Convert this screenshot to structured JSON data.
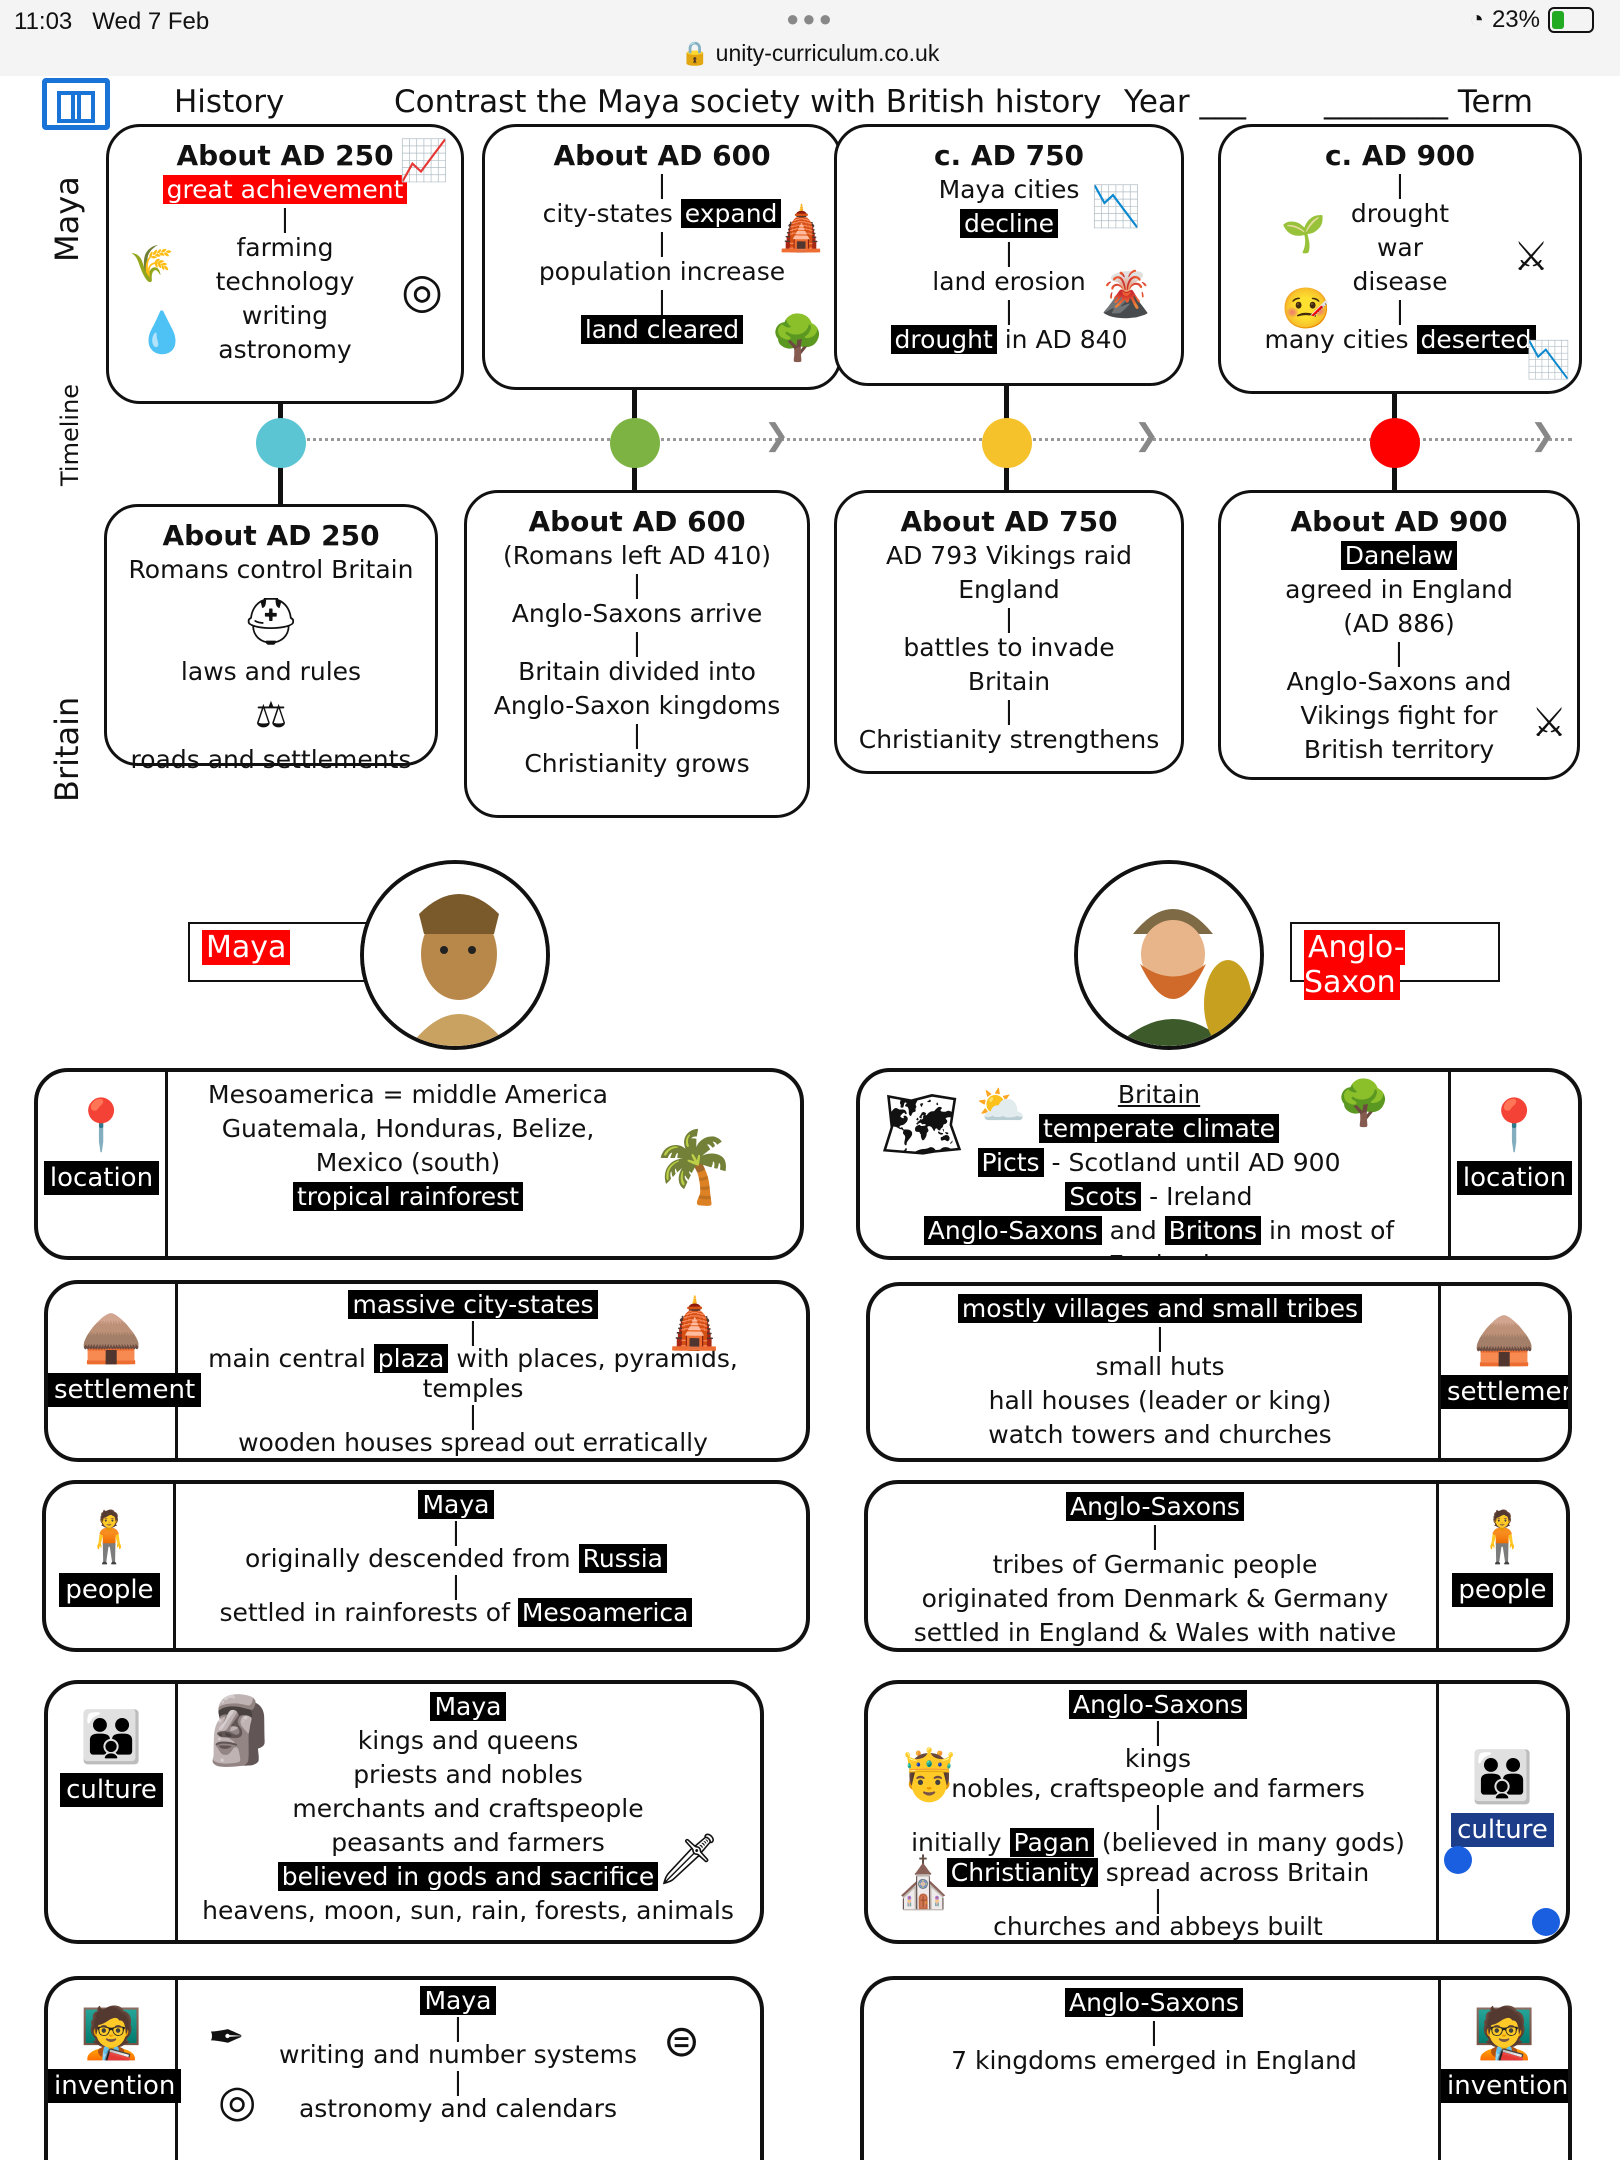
{
  "status": {
    "time": "11:03",
    "date": "Wed 7 Feb",
    "url": "unity-curriculum.co.uk",
    "battery": "23%"
  },
  "header": {
    "subject": "History",
    "title": "Contrast the Maya society with British history",
    "year": "Year ___",
    "term": "________ Term"
  },
  "labels": {
    "maya": "Maya",
    "timeline": "Timeline",
    "britain": "Britain"
  },
  "maya_timeline": [
    {
      "title": "About AD 250",
      "lines": [
        "great achievement",
        "|",
        "farming",
        "technology",
        "writing",
        "astronomy"
      ]
    },
    {
      "title": "About AD 600",
      "lines": [
        "city-states",
        "expand",
        "|",
        "population increase",
        "|",
        "land cleared"
      ]
    },
    {
      "title": "c. AD 750",
      "lines": [
        "Maya cities",
        "decline",
        "|",
        "land erosion",
        "|",
        "drought",
        "in AD 840"
      ]
    },
    {
      "title": "c. AD 900",
      "lines": [
        "|",
        "drought",
        "war",
        "disease",
        "|",
        "many cities",
        "deserted"
      ]
    }
  ],
  "britain_timeline": [
    {
      "title": "About AD 250",
      "lines": [
        "Romans control Britain",
        "laws and rules",
        "roads and settlements"
      ]
    },
    {
      "title": "About AD 600",
      "lines": [
        "(Romans left AD 410)",
        "|",
        "Anglo-Saxons arrive",
        "|",
        "Britain divided into",
        "Anglo-Saxon kingdoms",
        "|",
        "Christianity grows"
      ]
    },
    {
      "title": "About AD 750",
      "lines": [
        "AD 793 Vikings raid",
        "England",
        "|",
        "battles to invade",
        "Britain",
        "|",
        "Christianity strengthens"
      ]
    },
    {
      "title": "About AD 900",
      "lines": [
        "Danelaw",
        "agreed in England",
        "(AD 886)",
        "|",
        "Anglo-Saxons and",
        "Vikings fight for",
        "British territory"
      ]
    }
  ],
  "colors": {
    "dot1": "#5bc5d3",
    "dot2": "#7cb342",
    "dot3": "#f5c22b",
    "dot4": "#ff0000",
    "highlight": "#ff0000"
  },
  "names": {
    "left": "Maya",
    "right": "Anglo-Saxon"
  },
  "left_cards": [
    {
      "label": "location",
      "icon": "location-pin-icon",
      "lines": [
        "Mesoamerica = middle America",
        "Guatemala, Honduras, Belize,",
        "Mexico (south)",
        "tropical rainforest"
      ]
    },
    {
      "label": "settlement",
      "icon": "huts-icon",
      "lines": [
        "massive city-states",
        "|",
        "main central",
        "plaza",
        "with places, pyramids, temples",
        "|",
        "wooden houses spread out erratically"
      ]
    },
    {
      "label": "people",
      "icon": "person-icon",
      "lines": [
        "Maya",
        "|",
        "originally descended from",
        "Russia",
        "|",
        "settled in rainforests of",
        "Mesoamerica"
      ]
    },
    {
      "label": "culture",
      "icon": "culture-icon",
      "lines": [
        "Maya",
        "kings and queens",
        "priests and nobles",
        "merchants and craftspeople",
        "peasants and farmers",
        "believed in gods  and sacrifice",
        "heavens, moon, sun, rain, forests, animals"
      ]
    },
    {
      "label": "invention",
      "icon": "inventor-icon",
      "lines": [
        "Maya",
        "|",
        "writing and number systems",
        "|",
        "astronomy and calendars"
      ]
    }
  ],
  "right_cards": [
    {
      "label": "location",
      "icon": "location-pin-icon",
      "lines": [
        "Britain",
        "temperate climate",
        "Picts",
        "- Scotland until AD 900",
        "Scots",
        "- Ireland",
        "Anglo-Saxons",
        "and",
        "Britons",
        "in most of England"
      ]
    },
    {
      "label": "settlement",
      "icon": "huts-icon",
      "lines": [
        "mostly villages and small tribes",
        "|",
        "small huts",
        "hall houses (leader or king)",
        "watch towers and churches"
      ]
    },
    {
      "label": "people",
      "icon": "person-icon",
      "lines": [
        "Anglo-Saxons",
        "|",
        "tribes of Germanic people",
        "originated from Denmark & Germany",
        "settled in England & Wales with native Britons"
      ]
    },
    {
      "label": "culture",
      "icon": "culture-icon",
      "lines": [
        "Anglo-Saxons",
        "|",
        "kings",
        "nobles, craftspeople and farmers",
        "|",
        "initially",
        "Pagan",
        "(believed in many gods)",
        "Christianity",
        "spread across Britain",
        "|",
        "churches and abbeys built"
      ]
    },
    {
      "label": "invention",
      "icon": "inventor-icon",
      "lines": [
        "Anglo-Saxons",
        "|",
        "7 kingdoms emerged in England"
      ]
    }
  ]
}
